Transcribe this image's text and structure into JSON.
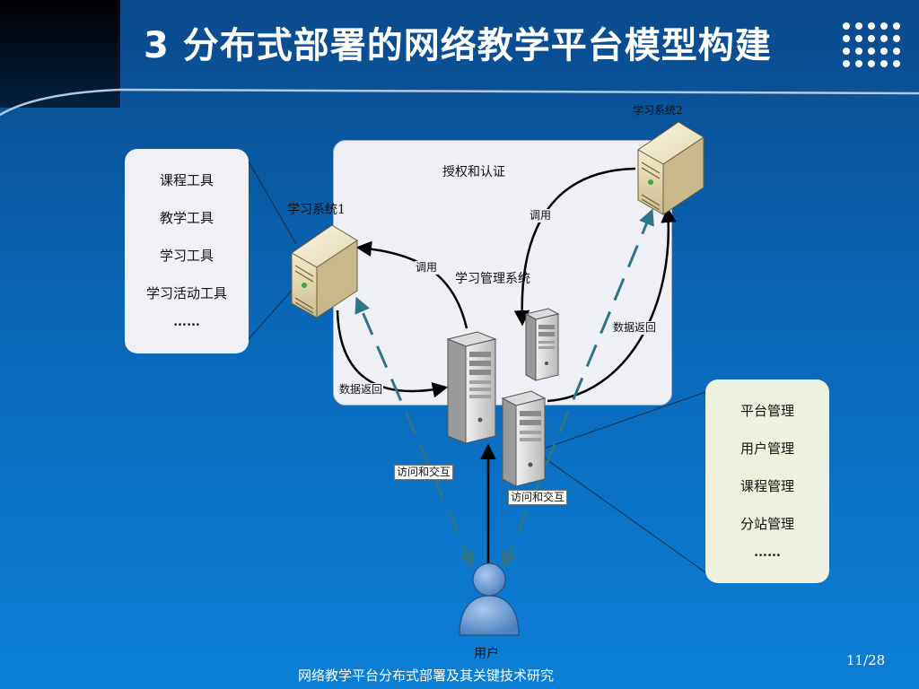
{
  "slide": {
    "title": "3 分布式部署的网络教学平台模型构建",
    "footer": "网络教学平台分布式部署及其关键技术研究",
    "page_number": "11/28"
  },
  "diagram": {
    "auth_label": "授权和认证",
    "lms_label": "学习管理系统",
    "system1_label": "学习系统1",
    "system2_label": "学习系统2",
    "call_label_1": "调用",
    "call_label_2": "调用",
    "return_label_1": "数据返回",
    "return_label_2": "数据返回",
    "access_label_1": "访问和交互",
    "access_label_2": "访问和交互",
    "user_label": "用户"
  },
  "tools_box": {
    "items": [
      "课程工具",
      "教学工具",
      "学习工具",
      "学习活动工具"
    ],
    "ellipsis": "……"
  },
  "management_box": {
    "items": [
      "平台管理",
      "用户管理",
      "课程管理",
      "分站管理"
    ],
    "ellipsis": "……"
  },
  "colors": {
    "background_top": "#0a4a8c",
    "background_bottom": "#0b7fd6",
    "dashed_arrow": "#2e7587",
    "solid_arrow": "#000000"
  }
}
